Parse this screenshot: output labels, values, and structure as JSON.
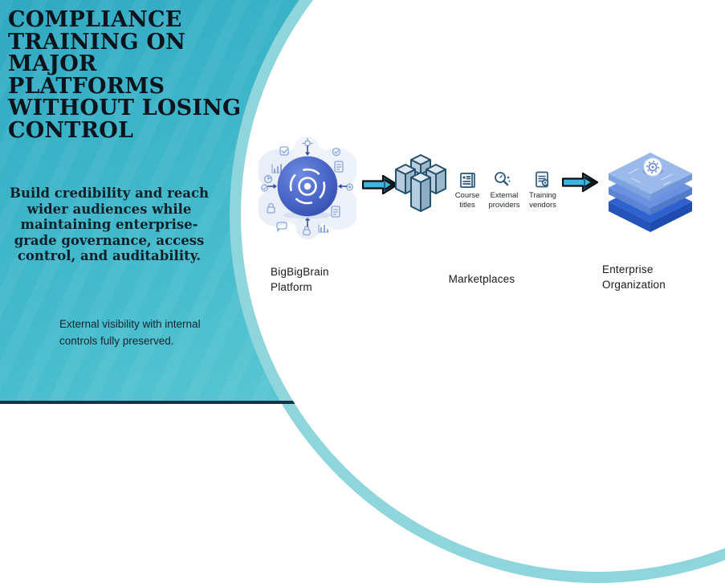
{
  "colors": {
    "teal_dark": "#2fa9c2",
    "teal_light": "#6ad0d9",
    "curve_band": "#8ed5dc",
    "bottom_bar": "#16324a",
    "title_text": "#0b141c",
    "arrow_fill": "#3eb5de",
    "platform_blue": "#4560c2",
    "stack_top_blue": "#9bbaeb",
    "stack_bottom_blue": "#2d62cf",
    "icon_steel_blue": "#2d5a7b"
  },
  "panel": {
    "title_lines": [
      "COMPLIANCE",
      "TRAINING ON",
      "MAJOR",
      "PLATFORMS",
      "WITHOUT LOSING",
      "CONTROL"
    ],
    "subtitle_lines": [
      "Build credibility and reach",
      "wider audiences while",
      "maintaining enterprise-",
      "grade governance, access",
      "control, and auditability."
    ],
    "tagline_lines": [
      "External visibility with internal",
      "controls fully preserved."
    ]
  },
  "diagram": {
    "platform_label_lines": [
      "BigBigBrain",
      "Platform"
    ],
    "marketplaces_label": "Marketplaces",
    "enterprise_label_lines": [
      "Enterprise",
      "Organization"
    ],
    "feeds": [
      {
        "icon": "course-titles-icon",
        "label_lines": [
          "Course",
          "titles"
        ]
      },
      {
        "icon": "external-providers-icon",
        "label_lines": [
          "External",
          "providers"
        ]
      },
      {
        "icon": "training-vendors-icon",
        "label_lines": [
          "Training",
          "vendors"
        ]
      }
    ]
  }
}
